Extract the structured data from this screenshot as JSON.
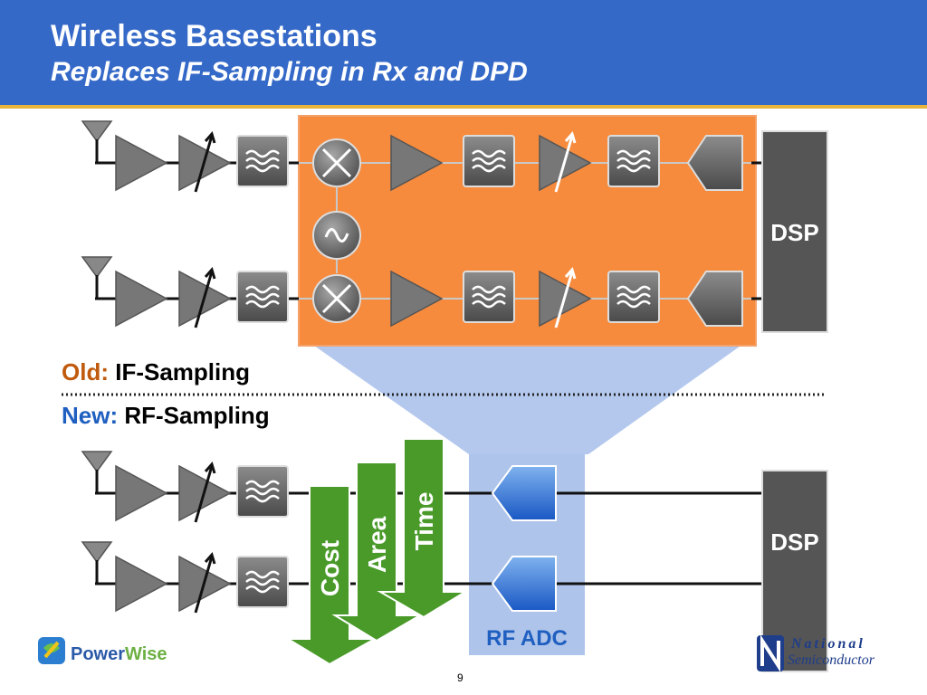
{
  "header": {
    "title": "Wireless Basestations",
    "subtitle": "Replaces IF-Sampling in Rx and DPD"
  },
  "old_section": {
    "prefix": "Old:",
    "label": "IF-Sampling"
  },
  "new_section": {
    "prefix": "New:",
    "label": "RF-Sampling"
  },
  "blocks": {
    "dsp_label": "DSP",
    "rf_adc_label": "RF ADC"
  },
  "arrows": [
    {
      "label": "Cost"
    },
    {
      "label": "Area"
    },
    {
      "label": "Time"
    }
  ],
  "footer": {
    "powerwise_part1": "Power",
    "powerwise_part2": "Wise",
    "national_line1": "National",
    "national_line2": "Semiconductor",
    "page_number": "9"
  },
  "colors": {
    "header_bg": "#3569c8",
    "header_rule": "#e9b43a",
    "if_block": "#f68b3e",
    "rf_adc_region": "#aec4ea",
    "old_prefix": "#c05a0e",
    "new_prefix": "#1f5fc0",
    "arrow_green": "#4a9a2a",
    "dsp": "#555555"
  }
}
